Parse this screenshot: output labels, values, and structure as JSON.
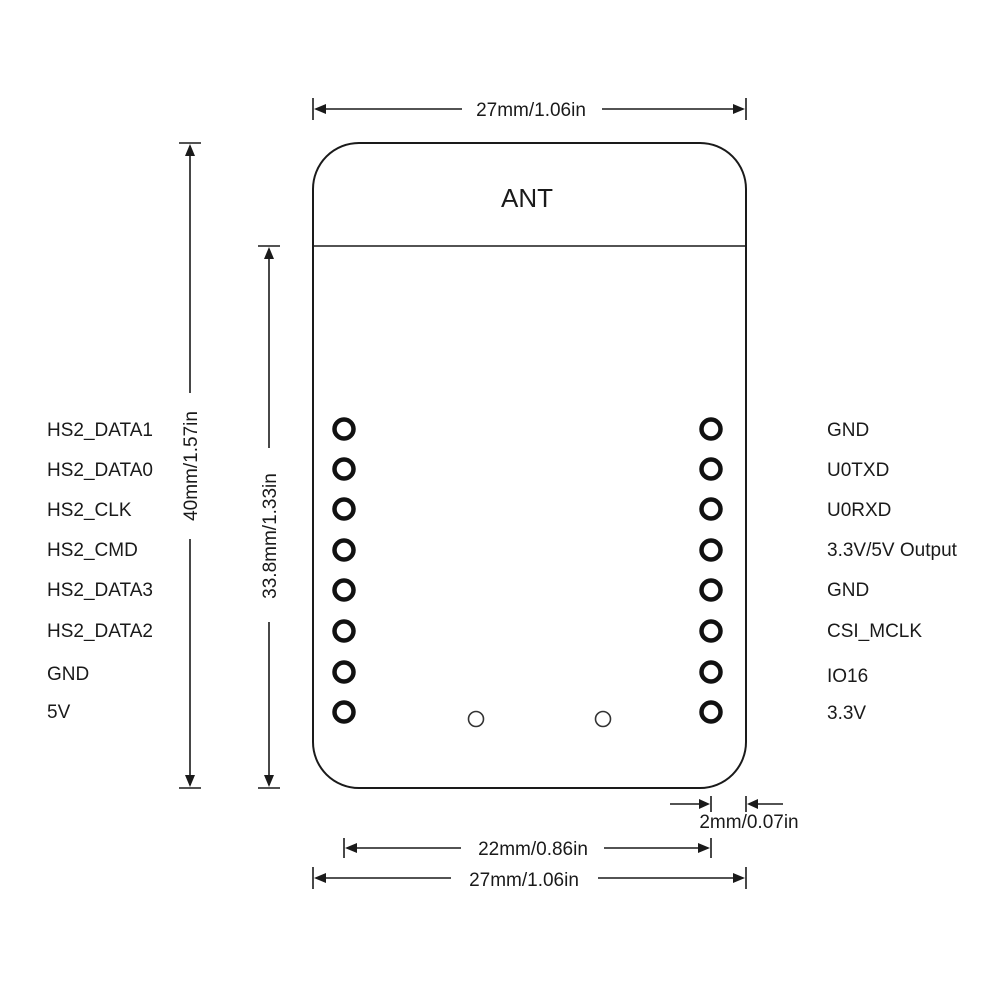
{
  "board": {
    "antenna_label": "ANT"
  },
  "dimensions": {
    "top_width": "27mm/1.06in",
    "total_height": "40mm/1.57in",
    "inner_height": "33.8mm/1.33in",
    "pin_pitch_span": "22mm/0.86in",
    "bottom_width": "27mm/1.06in",
    "edge_offset": "2mm/0.07in"
  },
  "pins": {
    "left": [
      "HS2_DATA1",
      "HS2_DATA0",
      "HS2_CLK",
      "HS2_CMD",
      "HS2_DATA3",
      "HS2_DATA2",
      "GND",
      "5V"
    ],
    "right": [
      "GND",
      "U0TXD",
      "U0RXD",
      "3.3V/5V Output",
      "GND",
      "CSI_MCLK",
      "IO16",
      "3.3V"
    ]
  },
  "colors": {
    "line": "#1a1a1a",
    "background": "#ffffff"
  }
}
